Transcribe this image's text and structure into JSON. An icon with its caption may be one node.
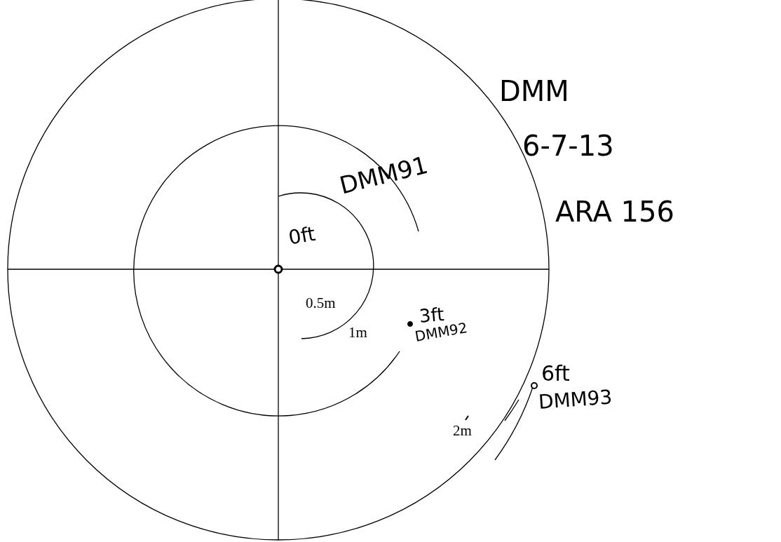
{
  "diagram": {
    "labels": [
      "DMM",
      "6-7-13",
      "DMM91",
      "0ft",
      "ARA 156",
      "0.5m",
      "3ft",
      "DMM92",
      "1m",
      "6ft",
      "DMM93",
      "2m"
    ]
  }
}
